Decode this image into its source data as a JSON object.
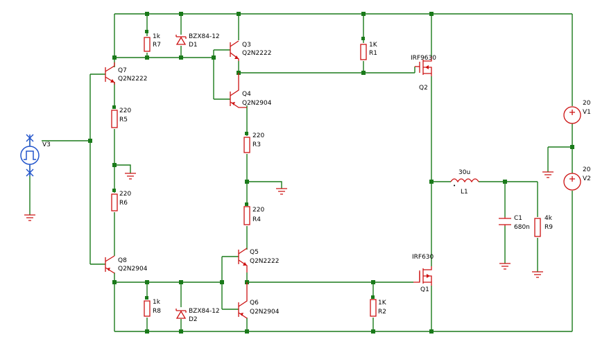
{
  "components": {
    "R7": {
      "name": "R7",
      "value": "1k"
    },
    "D1": {
      "name": "D1",
      "value": "BZX84-12"
    },
    "Q3": {
      "name": "Q3",
      "value": "Q2N2222"
    },
    "R1": {
      "name": "R1",
      "value": "1K"
    },
    "Q2": {
      "name": "Q2",
      "value": "IRF9630"
    },
    "Q7": {
      "name": "Q7",
      "value": "Q2N2222"
    },
    "Q4": {
      "name": "Q4",
      "value": "Q2N2904"
    },
    "R5": {
      "name": "R5",
      "value": "220"
    },
    "R3": {
      "name": "R3",
      "value": "220"
    },
    "V3": {
      "name": "V3"
    },
    "V1": {
      "name": "V1",
      "value": "20"
    },
    "V2": {
      "name": "V2",
      "value": "20"
    },
    "R6": {
      "name": "R6",
      "value": "220"
    },
    "R4": {
      "name": "R4",
      "value": "220"
    },
    "L1": {
      "name": "L1",
      "value": "30u"
    },
    "C1": {
      "name": "C1",
      "value": "680n"
    },
    "R9": {
      "name": "R9",
      "value": "4k"
    },
    "Q5": {
      "name": "Q5",
      "value": "Q2N2222"
    },
    "Q1": {
      "name": "Q1",
      "value": "IRF630"
    },
    "Q8": {
      "name": "Q8",
      "value": "Q2N2904"
    },
    "R8": {
      "name": "R8",
      "value": "1k"
    },
    "D2": {
      "name": "D2",
      "value": "BZX84-12"
    },
    "Q6": {
      "name": "Q6",
      "value": "Q2N2904"
    },
    "R2": {
      "name": "R2",
      "value": "1K"
    }
  },
  "colors": {
    "wire": "#1a7a1a",
    "component": "#cc1111",
    "source": "#2255cc"
  }
}
